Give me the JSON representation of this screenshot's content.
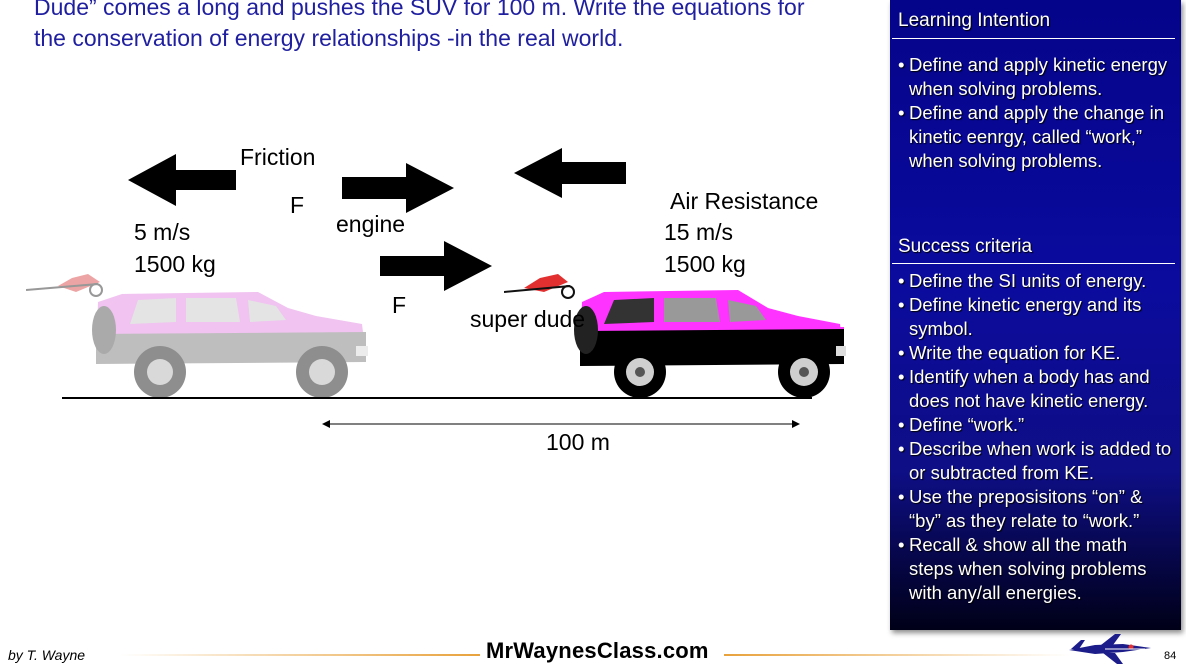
{
  "question": "Dude” comes a long and pushes the SUV for 100 m. Write the equations for the conservation of energy relationships -in the real world.",
  "labels": {
    "friction": "Friction",
    "f1": "F",
    "engine": "engine",
    "f2": "F",
    "super_dude": "super dude",
    "air_resistance": "Air Resistance",
    "left_speed": "5 m/s",
    "left_mass": "1500 kg",
    "right_speed": "15 m/s",
    "right_mass": "1500 kg",
    "distance": "100 m"
  },
  "sidebar": {
    "learning_heading": "Learning Intention",
    "learning_items": [
      "Define and apply kinetic energy  when solving problems.",
      "Define and apply the change in kinetic eenrgy, called “work,” when solving problems."
    ],
    "success_heading": "Success criteria",
    "success_items": [
      "Define the SI units of energy.",
      "Define kinetic energy and its symbol.",
      "Write the equation for KE.",
      "Identify when a body has and does not have kinetic energy.",
      "Define “work.”",
      "Describe when work is added to or subtracted from KE.",
      "Use the preposisitons “on” & “by” as they relate to “work.”",
      "Recall & show all the math steps when solving problems with any/all energies."
    ],
    "bullet": "•"
  },
  "footer": {
    "author": "by T. Wayne",
    "brand": "MrWaynesClass.com",
    "page": "84"
  },
  "colors": {
    "question_text": "#1f1fa0",
    "sidebar_bg": "#0b0b9e",
    "suv_pink": "#ff33ff",
    "suv_pink_faded": "#f3a6f3",
    "footer_line": "#e8a23c"
  }
}
